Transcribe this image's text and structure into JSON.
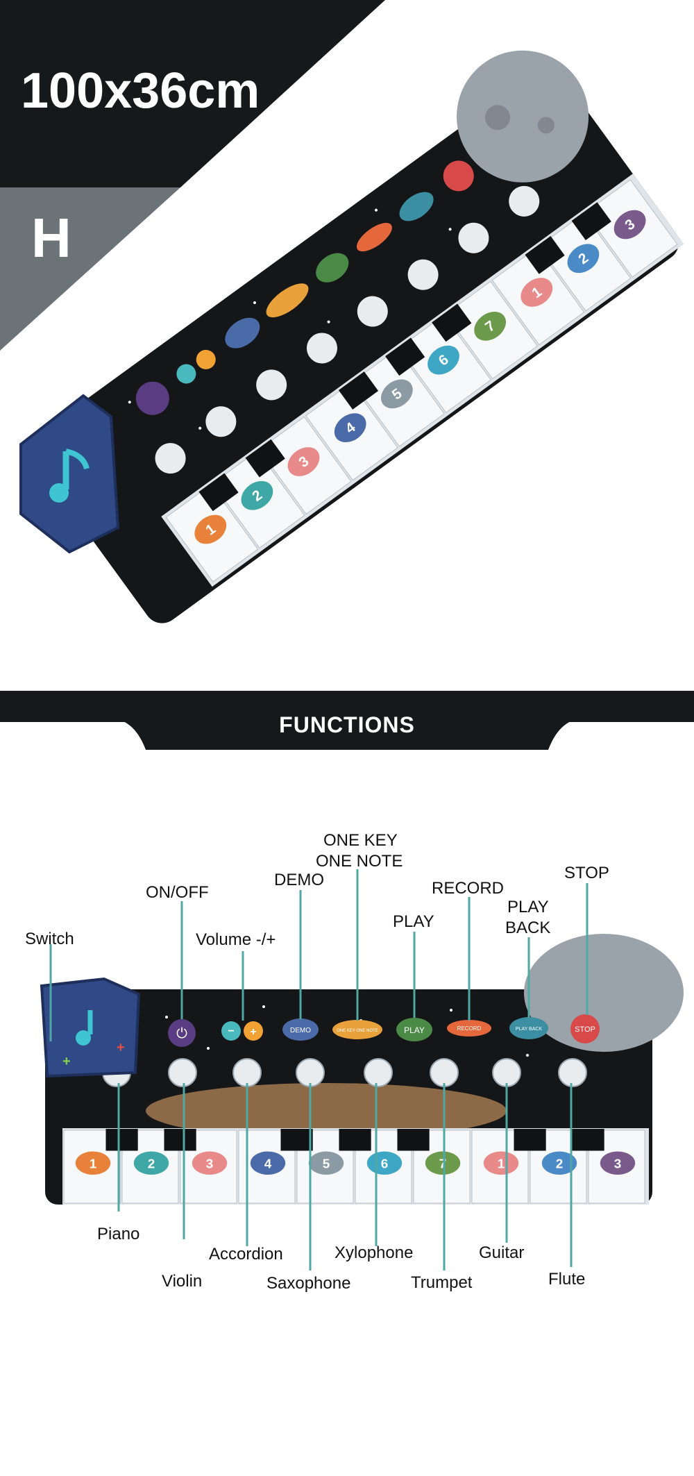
{
  "header": {
    "size_label": "100x36cm",
    "dimension_label": "H"
  },
  "functions": {
    "title": "FUNCTIONS",
    "control_labels": {
      "switch": "Switch",
      "on_off": "ON/OFF",
      "volume": "Volume -/+",
      "demo": "DEMO",
      "one_key_line1": "ONE KEY",
      "one_key_line2": "ONE NOTE",
      "play": "PLAY",
      "record": "RECORD",
      "play_back_line1": "PLAY",
      "play_back_line2": "BACK",
      "stop": "STOP"
    },
    "instrument_labels": {
      "piano": "Piano",
      "violin": "Violin",
      "accordion": "Accordion",
      "saxophone": "Saxophone",
      "xylophone": "Xylophone",
      "trumpet": "Trumpet",
      "guitar": "Guitar",
      "flute": "Flute"
    },
    "mat_buttons": {
      "demo": "DEMO",
      "one_key": "ONE KEY ONE NOTE",
      "play": "PLAY",
      "record": "RECORD",
      "play_back": "PLAY BACK",
      "stop": "STOP"
    }
  },
  "keys": [
    "1",
    "2",
    "3",
    "4",
    "5",
    "6",
    "7",
    "1",
    "2",
    "3"
  ],
  "colors": {
    "accent_teal": "#4fa8a4",
    "header_dark": "#16181a",
    "header_grey": "#6b7377",
    "space_bg": "#141618",
    "speaker_blue": "#2f4a86"
  }
}
